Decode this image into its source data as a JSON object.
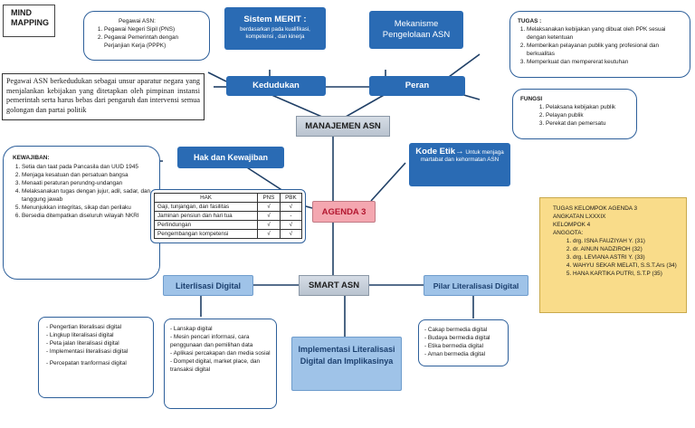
{
  "title": "MIND\nMAPPING",
  "pegawai": {
    "heading": "Pegawai ASN:",
    "items": [
      "Pegawai Negeri Sipil (PNS)",
      "Pegawai Pemerintah dengan Perjanjian Kerja (PPPK)"
    ]
  },
  "merit": {
    "title": "Sistem MERIT :",
    "sub": "berdasarkan pada kualifikasi, kompetensi , dan kinerja"
  },
  "mekanisme": "Mekanisme Pengelolaan ASN",
  "tugas": {
    "heading": "TUGAS :",
    "items": [
      "Melaksanakan kebijakan yang dibuat oleh PPK sesuai dengan ketentuan",
      "Memberikan pelayanan publik yang profesional dan berkualitas",
      "Memperkuat dan mempererat keutuhan"
    ]
  },
  "kedudukan": {
    "label": "Kedudukan",
    "text": "Pegawai ASN berkedudukan sebagai unsur aparatur negara yang menjalankan kebijakan yang ditetapkan oleh pimpinan instansi pemerintah serta harus bebas dari pengaruh dan intervensi semua golongan dan partai politik"
  },
  "peran": "Peran",
  "fungsi": {
    "heading": "FUNGSI",
    "items": [
      "Pelaksana kebijakan publik",
      "Pelayan publik",
      "Perekat dan pemersatu"
    ]
  },
  "manajemen": "MANAJEMEN ASN",
  "kewajiban": {
    "heading": "KEWAJIBAN:",
    "items": [
      "Setia dan taat pada Pancasila dan UUD 1945",
      "Menjaga kesatuan dan persatuan bangsa",
      "Menaati peraturan perundng-undangan",
      "Melaksanakan tugas dengan jujur, adil, sadar, dan tanggung jawab",
      "Menunjukkan integritas, sikap dan perilaku",
      "Bersedia ditempatkan diseluruh wilayah NKRI"
    ]
  },
  "hak_kewajiban": "Hak dan Kewajiban",
  "kode_etik": {
    "title": "Kode Etik",
    "arrow": "→",
    "text": "Untuk menjaga martabat dan kehormatan ASN"
  },
  "hak_table": {
    "headers": [
      "HAK",
      "PNS",
      "PBK"
    ],
    "rows": [
      [
        "Gaji, tunjangan, dan fasilitas",
        "√",
        "√"
      ],
      [
        "Jaminan pensiun dan hari tua",
        "√",
        "-"
      ],
      [
        "Perlindungan",
        "√",
        "√"
      ],
      [
        "Pengembangan kompetensi",
        "√",
        "√"
      ]
    ]
  },
  "agenda": "AGENDA 3",
  "kelompok": {
    "lines": [
      "TUGAS KELOMPOK AGENDA 3",
      "ANGKATAN LXXXIX",
      "KELOMPOK 4",
      "ANGGOTA:"
    ],
    "members": [
      "drg. ISNA FAUZIYAH Y. (31)",
      "dr. AINUN NADZIROH (32)",
      "drg. LEVIANA ASTRI Y. (33)",
      "WAHYU SEKAR MELATI, S.S.T.Ars (34)",
      "HANA KARTIKA PUTRI, S.T.P (35)"
    ]
  },
  "smart": "SMART ASN",
  "literasi": "Literlisasi Digital",
  "pilar": "Pilar Literalisasi Digital",
  "literasi_list": [
    "Pengertian literalisasi digital",
    "Lingkup literalisasi digital",
    "Peta jalan literalisasi digital",
    "Implementasi literalisasi digital",
    "Percepatan tranformasi digital"
  ],
  "implementasi_list": [
    "Lanskap digital",
    "Mesin pencari informasi, cara penggunaan dan pemilihan data",
    "Aplikasi percakapan dan media sosial",
    "Dompet digital, market place, dan transaksi digital"
  ],
  "implementasi": "Implementasi Literalisasi Digital dan Implikasinya",
  "pilar_list": [
    "Cakap bermedia digital",
    "Budaya bermedia digital",
    "Etika bermedia digital",
    "Aman bermedia digital"
  ],
  "colors": {
    "primary": "#2a6bb4",
    "light": "#9fc3e8",
    "agenda": "#f4a7b0",
    "note": "#f9dc8a"
  }
}
